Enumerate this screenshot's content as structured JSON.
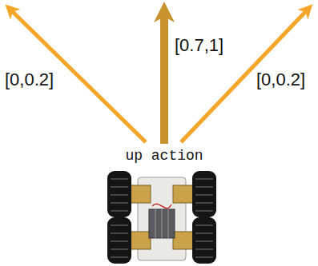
{
  "diagram": {
    "labels": [
      "[0,0.2]",
      "[0.7,1]",
      "[0,0.2]",
      "up action"
    ]
  }
}
